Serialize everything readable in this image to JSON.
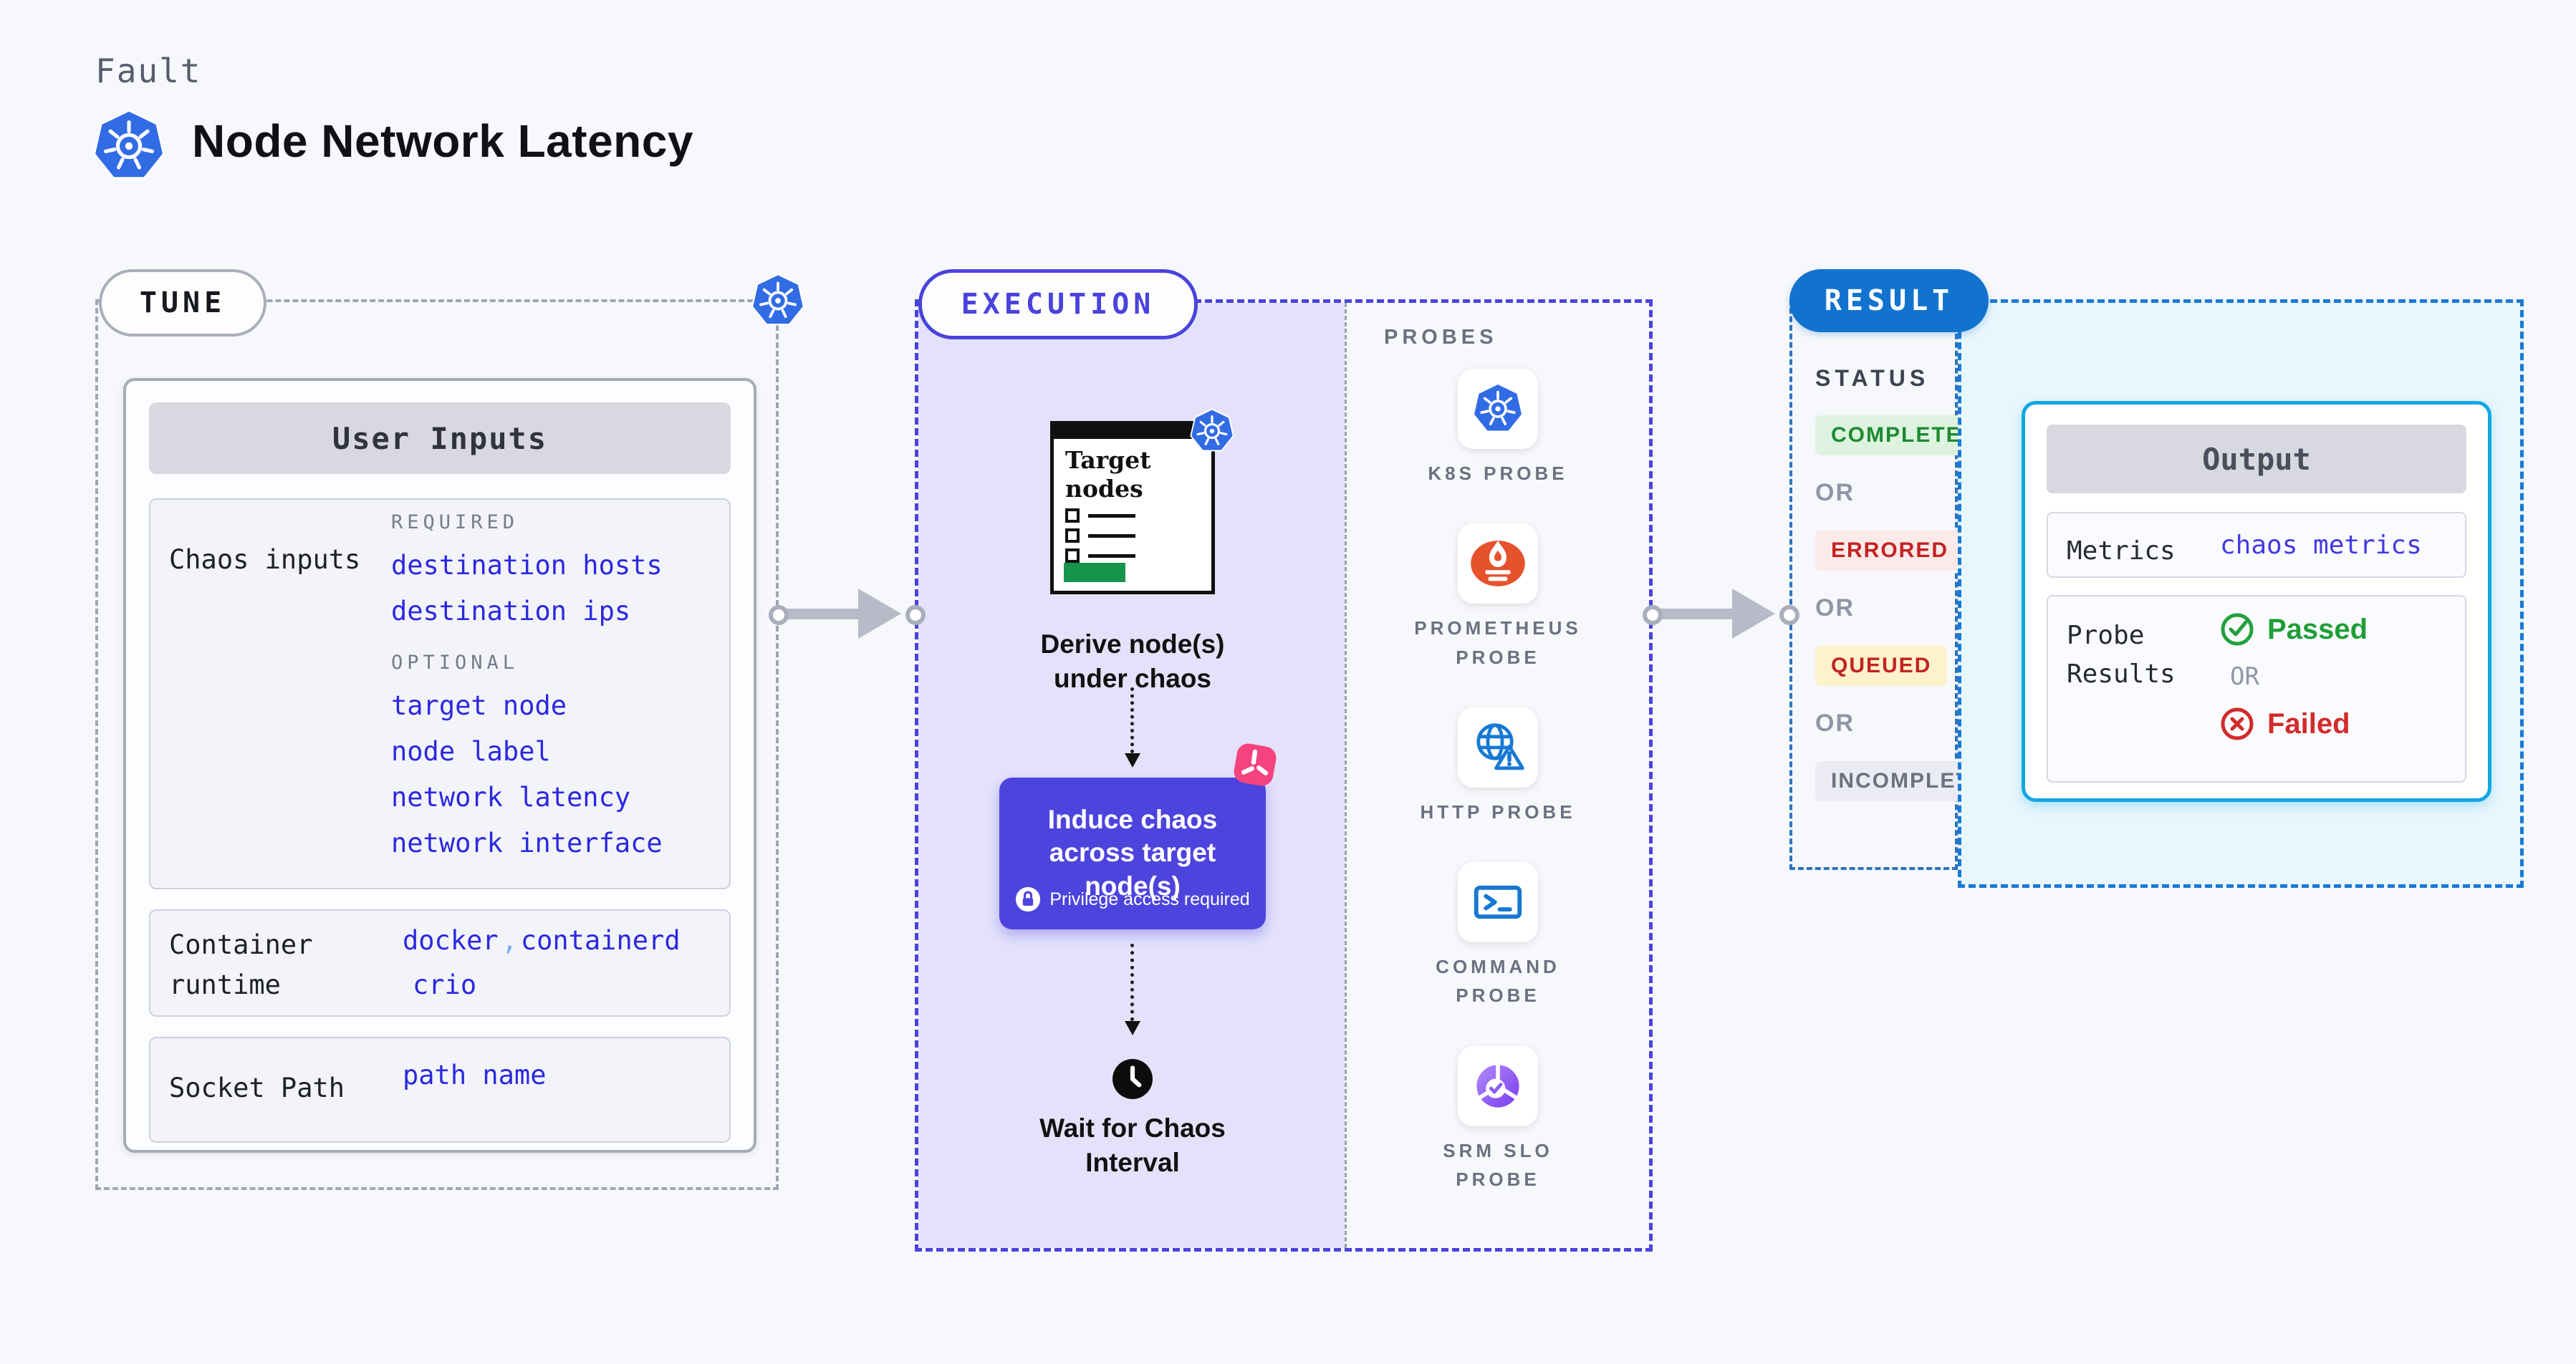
{
  "page": {
    "background": "#f7f8fb"
  },
  "header": {
    "kicker": "Fault",
    "title": "Node Network Latency"
  },
  "tune": {
    "badge": "TUNE",
    "user_inputs_header": "User Inputs",
    "chaos_inputs": {
      "label": "Chaos inputs",
      "required_label": "REQUIRED",
      "required_links": [
        "destination hosts",
        "destination ips"
      ],
      "optional_label": "OPTIONAL",
      "optional_links": [
        "target node",
        "node label",
        "network latency",
        "network interface"
      ]
    },
    "container_runtime": {
      "label": "Container runtime",
      "value_docker": "docker",
      "value_comma": ",",
      "value_containerd": "containerd",
      "value_crio": "crio"
    },
    "socket_path": {
      "label": "Socket Path",
      "value": "path name"
    }
  },
  "execution": {
    "badge": "EXECUTION",
    "target_doc_title": "Target nodes",
    "derive_label": "Derive node(s) under chaos",
    "induce_title": "Induce chaos across target node(s)",
    "privilege_note": "Privilege access required",
    "wait_label": "Wait for Chaos Interval",
    "probes": {
      "label": "PROBES",
      "items": [
        {
          "icon": "kubernetes-icon",
          "label": "K8S PROBE"
        },
        {
          "icon": "prometheus-icon",
          "label": "PROMETHEUS PROBE"
        },
        {
          "icon": "http-globe-icon",
          "label": "HTTP PROBE"
        },
        {
          "icon": "terminal-icon",
          "label": "COMMAND PROBE"
        },
        {
          "icon": "slo-pie-icon",
          "label": "SRM SLO PROBE"
        }
      ]
    }
  },
  "result": {
    "badge": "RESULT",
    "status": {
      "label": "STATUS",
      "or_label": "OR",
      "badges": [
        {
          "label": "COMPLETED",
          "style": "background:#ddf3df;color:#1c8b31"
        },
        {
          "label": "ERRORED",
          "style": "background:#fce9e9;color:#c32222"
        },
        {
          "label": "QUEUED",
          "style": "background:#fdf2cc;color:#c32222"
        },
        {
          "label": "INCOMPLETED",
          "style": "background:#ebecf3;color:#6d7280"
        }
      ]
    },
    "output": {
      "header": "Output",
      "metrics_label": "Metrics",
      "metrics_value": "chaos metrics",
      "probe_results_label": "Probe Results",
      "passed_label": "Passed",
      "or_label": "OR",
      "failed_label": "Failed"
    }
  },
  "colors": {
    "accent_indigo": "#4a43dc",
    "accent_blue": "#1273cf",
    "accent_cyan": "#12a7e2",
    "link_blue": "#2b28e0",
    "passed_green": "#1f9e38",
    "failed_red": "#d22b2b",
    "kubernetes_blue": "#326ce5",
    "prometheus_orange": "#e6522c",
    "litmus_pink": "#f4437e",
    "execution_bg": "#e4e2fb",
    "result_bg": "#e8f6fd",
    "status_completed_bg": "#ddf3df",
    "status_errored_bg": "#fce9e9",
    "status_queued_bg": "#fdf2cc",
    "status_incompleted_bg": "#ebecf3"
  }
}
